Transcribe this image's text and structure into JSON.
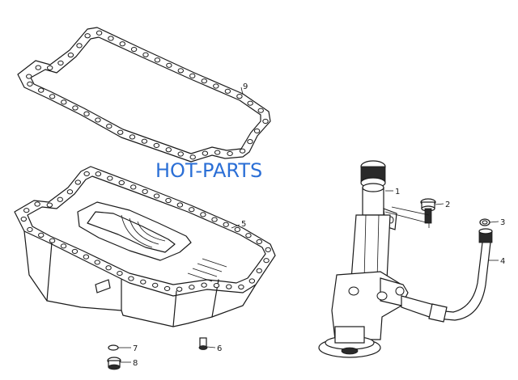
{
  "watermark": {
    "text": "HOT-PARTS",
    "color": "#2b6fd6"
  },
  "callouts": [
    {
      "id": "c1",
      "label": "1",
      "part": "oil-pump"
    },
    {
      "id": "c2",
      "label": "2",
      "part": "bolt"
    },
    {
      "id": "c3",
      "label": "3",
      "part": "washer"
    },
    {
      "id": "c4",
      "label": "4",
      "part": "oil-pipe"
    },
    {
      "id": "c5",
      "label": "5",
      "part": "oil-pan"
    },
    {
      "id": "c6",
      "label": "6",
      "part": "bolt"
    },
    {
      "id": "c7",
      "label": "7",
      "part": "washer"
    },
    {
      "id": "c8",
      "label": "8",
      "part": "drain-plug"
    },
    {
      "id": "c9",
      "label": "9",
      "part": "oil-pan-gasket"
    }
  ]
}
